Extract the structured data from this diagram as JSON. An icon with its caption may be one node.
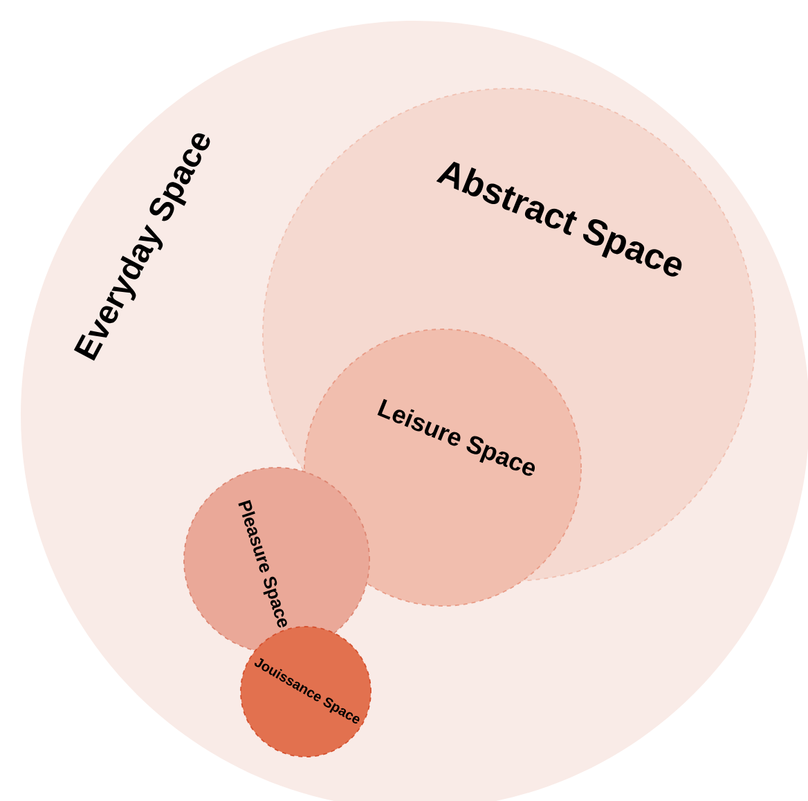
{
  "diagram": {
    "nodes": [
      {
        "text": [
          "Everyday Space"
        ]
      },
      {
        "text": [
          "Abstract Space"
        ],
        "in": 0
      },
      {
        "text": [
          "Leisure Space"
        ],
        "in": 0
      },
      {
        "text": [
          "Pleasure Space"
        ],
        "in": 0
      },
      {
        "text": [
          "Jouissance Space"
        ],
        "in": 0
      }
    ]
  }
}
